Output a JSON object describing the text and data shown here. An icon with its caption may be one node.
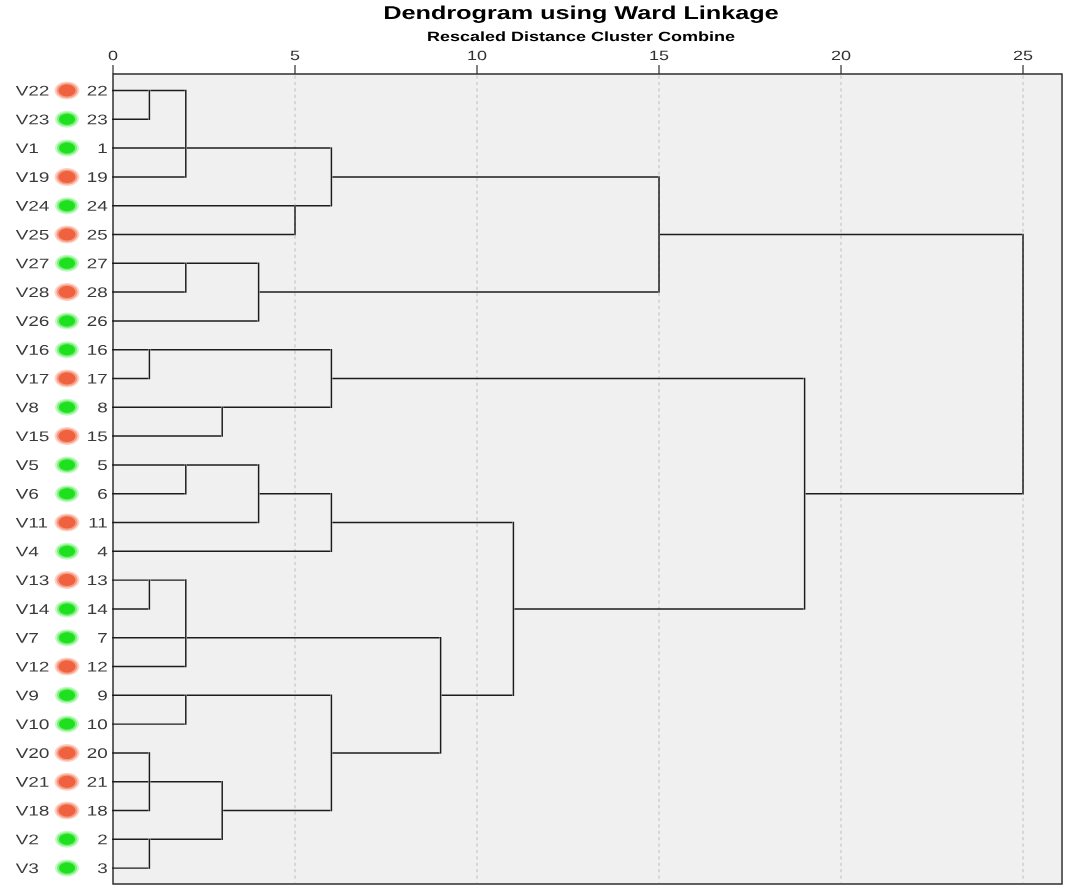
{
  "diagram": {
    "title": "Dendrogram using Ward Linkage",
    "nodes": [
      {
        "text": [
          "V22",
          "22"
        ]
      },
      {
        "text": [
          "V23",
          "23"
        ]
      },
      {
        "text": [
          "V1",
          "1"
        ]
      },
      {
        "text": [
          "V19",
          "19"
        ]
      },
      {
        "text": [
          "V24",
          "24"
        ]
      },
      {
        "text": [
          "V25",
          "25"
        ]
      },
      {
        "text": [
          "V27",
          "27"
        ]
      },
      {
        "text": [
          "V28",
          "28"
        ]
      },
      {
        "text": [
          "V26",
          "26"
        ]
      },
      {
        "text": [
          "V16",
          "16"
        ]
      },
      {
        "text": [
          "V17",
          "17"
        ]
      },
      {
        "text": [
          "V8",
          "8"
        ]
      },
      {
        "text": [
          "V15",
          "15"
        ]
      },
      {
        "text": [
          "V5",
          "5"
        ]
      },
      {
        "text": [
          "V6",
          "6"
        ]
      },
      {
        "text": [
          "V11",
          "11"
        ]
      },
      {
        "text": [
          "V4",
          "4"
        ]
      },
      {
        "text": [
          "V13",
          "13"
        ]
      },
      {
        "text": [
          "V14",
          "14"
        ]
      },
      {
        "text": [
          "V7",
          "7"
        ]
      },
      {
        "text": [
          "V12",
          "12"
        ]
      },
      {
        "text": [
          "V9",
          "9"
        ]
      },
      {
        "text": [
          "V10",
          "10"
        ]
      },
      {
        "text": [
          "V20",
          "20"
        ]
      },
      {
        "text": [
          "V21",
          "21"
        ]
      },
      {
        "text": [
          "V18",
          "18"
        ]
      },
      {
        "text": [
          "V2",
          "2"
        ]
      },
      {
        "text": [
          "V3",
          "3"
        ]
      },
      {
        "text": [],
        "shape": "bar"
      },
      {
        "text": [],
        "shape": "bar"
      },
      {
        "text": [],
        "shape": "bar"
      },
      {
        "text": [],
        "shape": "bar"
      },
      {
        "text": [],
        "shape": "bar"
      },
      {
        "text": [],
        "shape": "bar"
      },
      {
        "text": [],
        "shape": "bar"
      },
      {
        "text": [],
        "shape": "bar"
      },
      {
        "text": [],
        "shape": "bar"
      },
      {
        "text": [],
        "shape": "bar"
      },
      {
        "text": [],
        "shape": "bar"
      },
      {
        "text": [],
        "shape": "bar"
      },
      {
        "text": [],
        "shape": "bar"
      },
      {
        "text": [],
        "shape": "bar"
      },
      {
        "text": [],
        "shape": "bar"
      },
      {
        "text": [],
        "shape": "bar"
      },
      {
        "text": [],
        "shape": "bar"
      },
      {
        "text": [],
        "shape": "bar"
      },
      {
        "text": [],
        "shape": "bar"
      },
      {
        "text": [],
        "shape": "bar"
      },
      {
        "text": [],
        "shape": "bar"
      },
      {
        "text": [],
        "shape": "bar"
      },
      {
        "text": [],
        "shape": "bar"
      },
      {
        "text": [],
        "shape": "bar"
      }
    ],
    "edges": [
      {
        "from": 0,
        "to": 28,
        "arrow": "none"
      },
      {
        "from": 1,
        "to": 28,
        "arrow": "none"
      },
      {
        "from": 28,
        "to": 29,
        "arrow": "none"
      },
      {
        "from": 2,
        "to": 29,
        "arrow": "none"
      },
      {
        "from": 3,
        "to": 29,
        "arrow": "none"
      },
      {
        "from": 4,
        "to": 30,
        "arrow": "none"
      },
      {
        "from": 5,
        "to": 30,
        "arrow": "none"
      },
      {
        "from": 29,
        "to": 31,
        "arrow": "none"
      },
      {
        "from": 30,
        "to": 31,
        "arrow": "none"
      },
      {
        "from": 6,
        "to": 32,
        "arrow": "none"
      },
      {
        "from": 7,
        "to": 32,
        "arrow": "none"
      },
      {
        "from": 32,
        "to": 33,
        "arrow": "none"
      },
      {
        "from": 8,
        "to": 33,
        "arrow": "none"
      },
      {
        "from": 31,
        "to": 34,
        "arrow": "none"
      },
      {
        "from": 33,
        "to": 34,
        "arrow": "none"
      },
      {
        "from": 9,
        "to": 35,
        "arrow": "none"
      },
      {
        "from": 10,
        "to": 35,
        "arrow": "none"
      },
      {
        "from": 11,
        "to": 36,
        "arrow": "none"
      },
      {
        "from": 12,
        "to": 36,
        "arrow": "none"
      },
      {
        "from": 35,
        "to": 37,
        "arrow": "none"
      },
      {
        "from": 36,
        "to": 37,
        "arrow": "none"
      },
      {
        "from": 13,
        "to": 38,
        "arrow": "none"
      },
      {
        "from": 14,
        "to": 38,
        "arrow": "none"
      },
      {
        "from": 38,
        "to": 39,
        "arrow": "none"
      },
      {
        "from": 15,
        "to": 39,
        "arrow": "none"
      },
      {
        "from": 39,
        "to": 40,
        "arrow": "none"
      },
      {
        "from": 16,
        "to": 40,
        "arrow": "none"
      },
      {
        "from": 17,
        "to": 41,
        "arrow": "none"
      },
      {
        "from": 18,
        "to": 41,
        "arrow": "none"
      },
      {
        "from": 41,
        "to": 42,
        "arrow": "none"
      },
      {
        "from": 19,
        "to": 42,
        "arrow": "none"
      },
      {
        "from": 20,
        "to": 42,
        "arrow": "none"
      },
      {
        "from": 21,
        "to": 43,
        "arrow": "none"
      },
      {
        "from": 22,
        "to": 43,
        "arrow": "none"
      },
      {
        "from": 23,
        "to": 44,
        "arrow": "none"
      },
      {
        "from": 24,
        "to": 44,
        "arrow": "none"
      },
      {
        "from": 25,
        "to": 44,
        "arrow": "none"
      },
      {
        "from": 26,
        "to": 45,
        "arrow": "none"
      },
      {
        "from": 27,
        "to": 45,
        "arrow": "none"
      },
      {
        "from": 44,
        "to": 46,
        "arrow": "none"
      },
      {
        "from": 45,
        "to": 46,
        "arrow": "none"
      },
      {
        "from": 43,
        "to": 47,
        "arrow": "none"
      },
      {
        "from": 46,
        "to": 47,
        "arrow": "none"
      },
      {
        "from": 42,
        "to": 48,
        "arrow": "none"
      },
      {
        "from": 47,
        "to": 48,
        "arrow": "none"
      },
      {
        "from": 40,
        "to": 49,
        "arrow": "none"
      },
      {
        "from": 48,
        "to": 49,
        "arrow": "none"
      },
      {
        "from": 37,
        "to": 50,
        "arrow": "none"
      },
      {
        "from": 49,
        "to": 50,
        "arrow": "none"
      },
      {
        "from": 34,
        "to": 51,
        "arrow": "none"
      },
      {
        "from": 50,
        "to": 51,
        "arrow": "none"
      }
    ],
    "labels": [
      "Rescaled Distance Cluster Combine",
      "0",
      "5",
      "10",
      "15",
      "20",
      "25"
    ]
  }
}
